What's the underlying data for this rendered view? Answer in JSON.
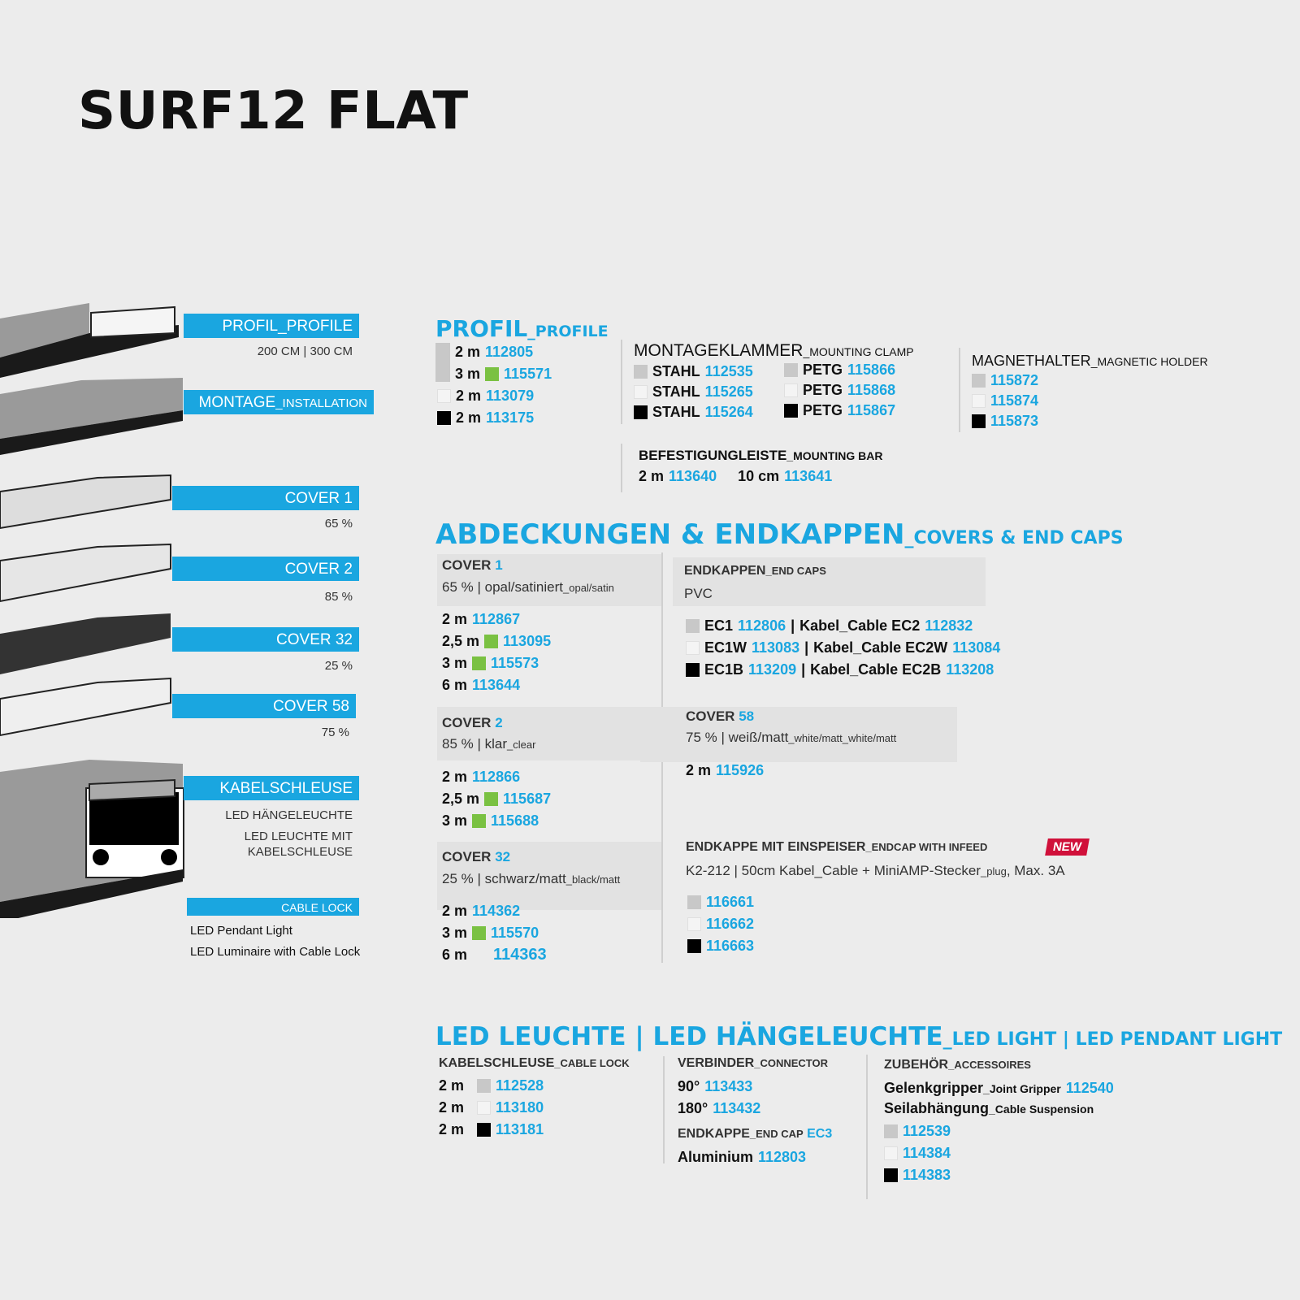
{
  "title": "SURF12 FLAT",
  "left": {
    "profil": {
      "label": "PROFIL_PROFILE",
      "sub": "200 CM | 300 CM"
    },
    "montage": {
      "label": "MONTAGE",
      "label_small": "_INSTALLATION"
    },
    "cover1": {
      "label": "COVER 1",
      "sub": "65 %"
    },
    "cover2": {
      "label": "COVER 2",
      "sub": "85 %"
    },
    "cover32": {
      "label": "COVER 32",
      "sub": "25 %"
    },
    "cover58": {
      "label": "COVER 58",
      "sub": "75 %"
    },
    "kabel": {
      "label": "KABELSCHLEUSE",
      "sub1": "LED HÄNGELEUCHTE",
      "sub2": "LED LEUCHTE MIT",
      "sub3": "KABELSCHLEUSE"
    },
    "cablelock": {
      "label": "CABLE LOCK",
      "sub1": "LED Pendant Light",
      "sub2": "LED Luminaire with Cable Lock"
    }
  },
  "profil": {
    "title": "PROFIL",
    "title_small": "_PROFILE",
    "rows": [
      {
        "len": "2 m",
        "code": "112805",
        "sw": "g"
      },
      {
        "len": "3 m",
        "code": "115571",
        "sw": "gr"
      },
      {
        "len": "2 m",
        "code": "113079",
        "sw": "w"
      },
      {
        "len": "2 m",
        "code": "113175",
        "sw": "b"
      }
    ]
  },
  "montage": {
    "title": "MONTAGEKLAMMER",
    "title_small": "_MOUNTING CLAMP",
    "stahl": [
      {
        "mat": "STAHL",
        "code": "112535",
        "sw": "g"
      },
      {
        "mat": "STAHL",
        "code": "115265",
        "sw": "w"
      },
      {
        "mat": "STAHL",
        "code": "115264",
        "sw": "b"
      }
    ],
    "petg": [
      {
        "mat": "PETG",
        "code": "115866",
        "sw": "g"
      },
      {
        "mat": "PETG",
        "code": "115868",
        "sw": "w"
      },
      {
        "mat": "PETG",
        "code": "115867",
        "sw": "b"
      }
    ]
  },
  "magnet": {
    "title": "MAGNETHALTER",
    "title_small": "_MAGNETIC HOLDER",
    "rows": [
      {
        "code": "115872",
        "sw": "g"
      },
      {
        "code": "115874",
        "sw": "w"
      },
      {
        "code": "115873",
        "sw": "b"
      }
    ]
  },
  "bar": {
    "title": "BEFESTIGUNGLEISTE",
    "title_small": "_MOUNTING BAR",
    "len1": "2 m",
    "code1": "113640",
    "len2": "10 cm",
    "code2": "113641"
  },
  "covers": {
    "title": "ABDECKUNGEN & ENDKAPPEN",
    "title_small": "_COVERS & END CAPS",
    "c1": {
      "name": "COVER",
      "num": "1",
      "desc": "65 % | opal/satiniert",
      "desc_small": "_opal/satin",
      "rows": [
        {
          "len": "2 m",
          "code": "112867",
          "sw": ""
        },
        {
          "len": "2,5 m",
          "code": "113095",
          "sw": "gr"
        },
        {
          "len": "3 m",
          "code": "115573",
          "sw": "gr"
        },
        {
          "len": "6 m",
          "code": "113644",
          "sw": ""
        }
      ]
    },
    "c2": {
      "name": "COVER",
      "num": "2",
      "desc": "85 % | klar",
      "desc_small": "_clear",
      "rows": [
        {
          "len": "2 m",
          "code": "112866",
          "sw": ""
        },
        {
          "len": "2,5 m",
          "code": "115687",
          "sw": "gr"
        },
        {
          "len": "3 m",
          "code": "115688",
          "sw": "gr"
        }
      ]
    },
    "c32": {
      "name": "COVER",
      "num": "32",
      "desc": "25 % | schwarz/matt",
      "desc_small": "_black/matt",
      "rows": [
        {
          "len": "2 m",
          "code": "114362",
          "sw": ""
        },
        {
          "len": "3 m",
          "code": "115570",
          "sw": "gr"
        },
        {
          "len": "6 m",
          "code": "114363",
          "sw": ""
        }
      ]
    },
    "endcaps": {
      "title": "ENDKAPPEN",
      "title_small": "_END CAPS",
      "sub": "PVC",
      "rows": [
        {
          "a": "EC1",
          "ac": "112806",
          "b": "Kabel_Cable EC2",
          "bc": "112832",
          "sw": "g"
        },
        {
          "a": "EC1W",
          "ac": "113083",
          "b": "Kabel_Cable EC2W",
          "bc": "113084",
          "sw": "w"
        },
        {
          "a": "EC1B",
          "ac": "113209",
          "b": "Kabel_Cable EC2B",
          "bc": "113208",
          "sw": "b"
        }
      ]
    },
    "c58": {
      "name": "COVER",
      "num": "58",
      "desc": "75 % | weiß/matt",
      "desc_small": "_white/matt_white/matt",
      "len": "2 m",
      "code": "115926"
    },
    "infeed": {
      "title": "ENDKAPPE MIT EINSPEISER",
      "title_small": "_ENDCAP WITH INFEED",
      "badge": "NEW",
      "desc": "K2-212 | 50cm Kabel_Cable + MiniAMP-Stecker",
      "desc_small": "_plug",
      "desc2": ", Max. 3A",
      "rows": [
        {
          "code": "116661",
          "sw": "g"
        },
        {
          "code": "116662",
          "sw": "w"
        },
        {
          "code": "116663",
          "sw": "b"
        }
      ]
    }
  },
  "led": {
    "title": "LED LEUCHTE | LED HÄNGELEUCHTE",
    "title_small": "_LED LIGHT | LED  PENDANT LIGHT",
    "kabel": {
      "title": "KABELSCHLEUSE",
      "title_small": "_CABLE LOCK",
      "rows": [
        {
          "len": "2 m",
          "code": "112528",
          "sw": "g"
        },
        {
          "len": "2 m",
          "code": "113180",
          "sw": "w"
        },
        {
          "len": "2 m",
          "code": "113181",
          "sw": "b"
        }
      ]
    },
    "verb": {
      "title": "VERBINDER",
      "title_small": "_CONNECTOR",
      "r1": "90°",
      "c1": "113433",
      "r2": "180°",
      "c2": "113432"
    },
    "endk": {
      "title": "ENDKAPPE",
      "title_small": "_END CAP",
      "tag": "EC3",
      "mat": "Aluminium",
      "code": "112803"
    },
    "zub": {
      "title": "ZUBEHÖR",
      "title_small": "_ACCESSOIRES",
      "g1": "Gelenkgripper",
      "g1s": "_Joint Gripper",
      "g1c": "112540",
      "g2": "Seilabhängung",
      "g2s": "_Cable Suspension",
      "rows": [
        {
          "code": "112539",
          "sw": "g"
        },
        {
          "code": "114384",
          "sw": "w"
        },
        {
          "code": "114383",
          "sw": "b"
        }
      ]
    }
  }
}
